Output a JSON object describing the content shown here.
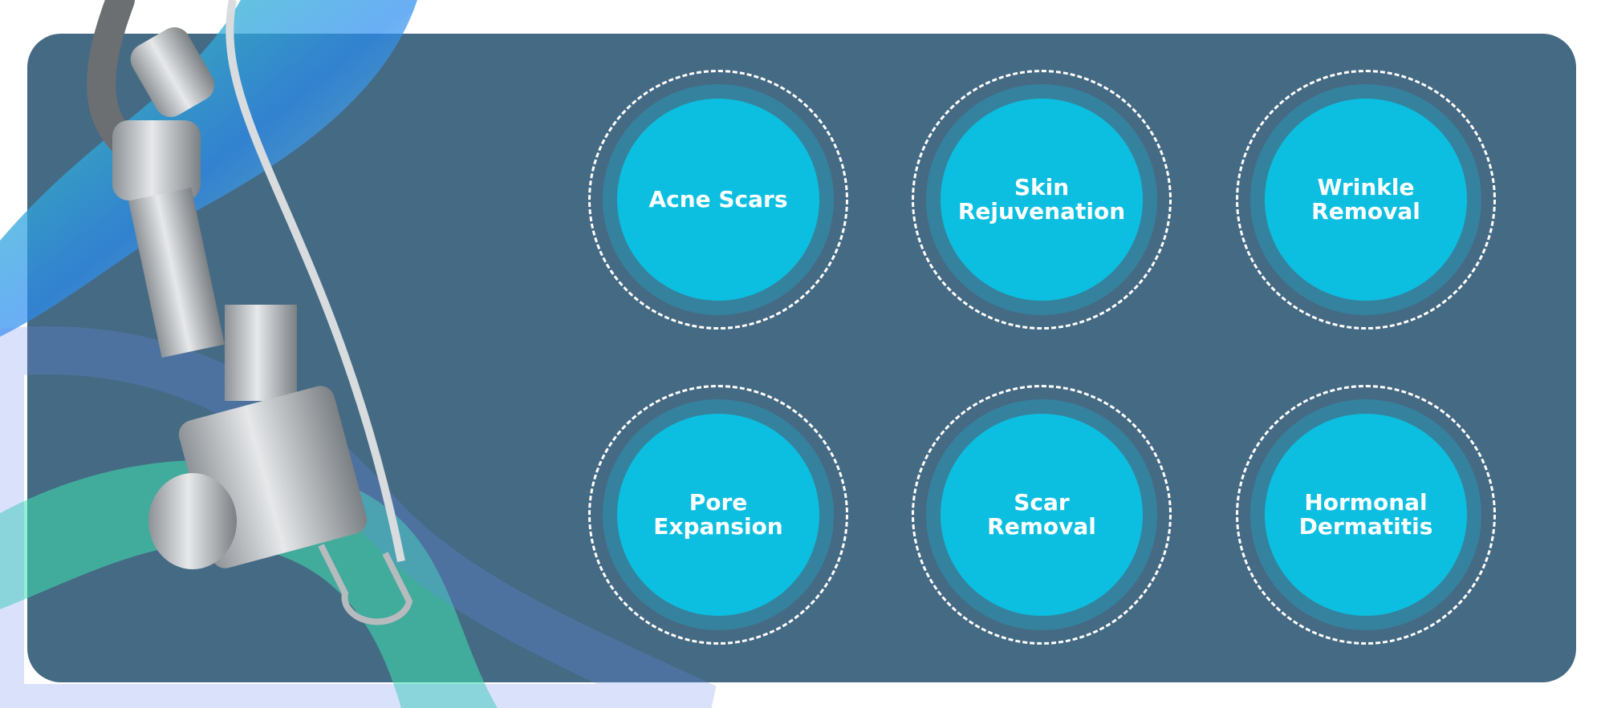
{
  "treatments": [
    {
      "label": "Acne Scars"
    },
    {
      "label": "Skin Rejuvenation"
    },
    {
      "label": "Wrinkle Removal"
    },
    {
      "label": "Pore Expansion"
    },
    {
      "label": "Scar Removal"
    },
    {
      "label": "Hormonal Dermatitis"
    }
  ],
  "colors": {
    "panel": "#456a84",
    "ring": "#35829e",
    "core": "#0cbfe0",
    "accent": "#3ee0b0"
  }
}
